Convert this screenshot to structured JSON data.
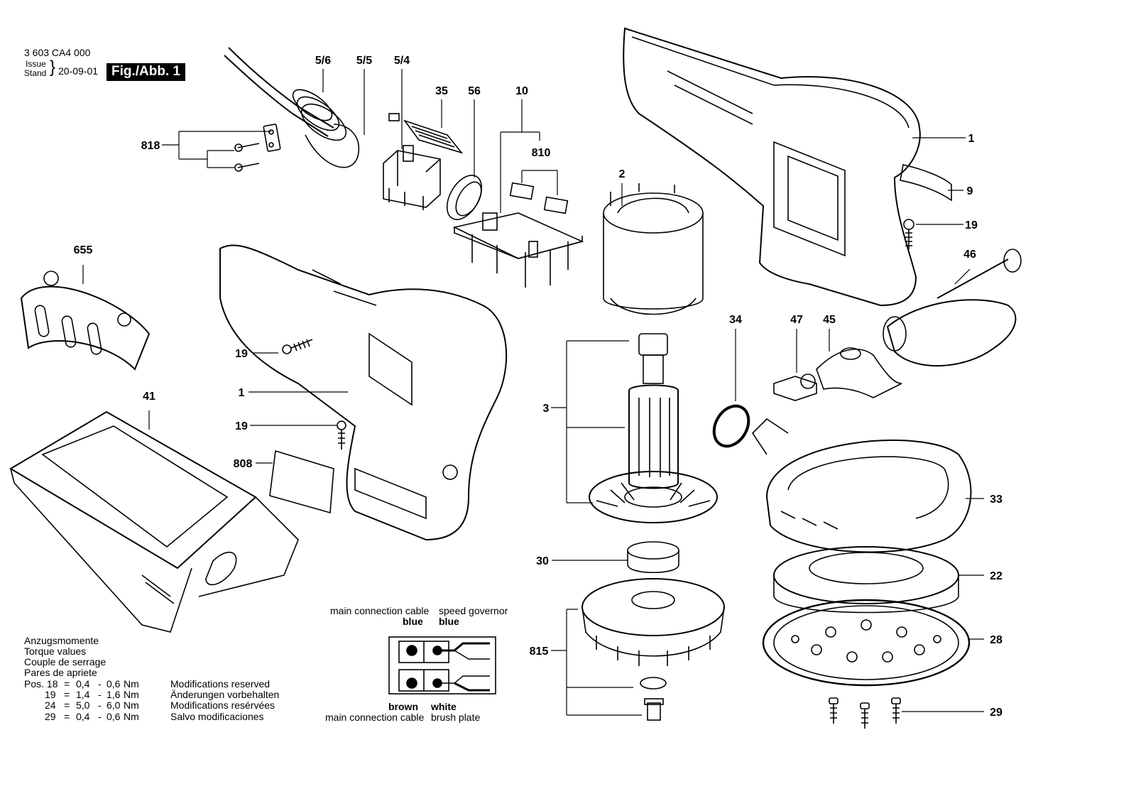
{
  "header": {
    "doc_number": "3 603 CA4 000",
    "issue_en": "Issue",
    "issue_de": "Stand",
    "issue_date": "20-09-01",
    "figure_label": "Fig./Abb. 1"
  },
  "parts": [
    {
      "id": "p-5-6",
      "label": "5/6"
    },
    {
      "id": "p-5-5",
      "label": "5/5"
    },
    {
      "id": "p-5-4",
      "label": "5/4"
    },
    {
      "id": "p-35",
      "label": "35"
    },
    {
      "id": "p-56",
      "label": "56"
    },
    {
      "id": "p-10",
      "label": "10"
    },
    {
      "id": "p-810",
      "label": "810"
    },
    {
      "id": "p-818",
      "label": "818"
    },
    {
      "id": "p-655",
      "label": "655"
    },
    {
      "id": "p-2",
      "label": "2"
    },
    {
      "id": "p-1-right",
      "label": "1"
    },
    {
      "id": "p-9",
      "label": "9"
    },
    {
      "id": "p-19-right",
      "label": "19"
    },
    {
      "id": "p-46",
      "label": "46"
    },
    {
      "id": "p-19-a",
      "label": "19"
    },
    {
      "id": "p-1-left",
      "label": "1"
    },
    {
      "id": "p-19-b",
      "label": "19"
    },
    {
      "id": "p-808",
      "label": "808"
    },
    {
      "id": "p-41",
      "label": "41"
    },
    {
      "id": "p-34",
      "label": "34"
    },
    {
      "id": "p-47",
      "label": "47"
    },
    {
      "id": "p-45",
      "label": "45"
    },
    {
      "id": "p-3",
      "label": "3"
    },
    {
      "id": "p-33",
      "label": "33"
    },
    {
      "id": "p-30",
      "label": "30"
    },
    {
      "id": "p-22",
      "label": "22"
    },
    {
      "id": "p-28",
      "label": "28"
    },
    {
      "id": "p-815",
      "label": "815"
    },
    {
      "id": "p-29",
      "label": "29"
    }
  ],
  "torque": {
    "title_de": "Anzugsmomente",
    "title_en": "Torque values",
    "title_fr": "Couple de serrage",
    "title_es": "Pares de apriete",
    "rows": [
      {
        "pos": "Pos. 18",
        "eq": "=",
        "from": "0,4",
        "dash": "-",
        "to": "0,6",
        "unit": "Nm"
      },
      {
        "pos": "19",
        "eq": "=",
        "from": "1,4",
        "dash": "-",
        "to": "1,6",
        "unit": "Nm"
      },
      {
        "pos": "24",
        "eq": "=",
        "from": "5,0",
        "dash": "-",
        "to": "6,0",
        "unit": "Nm"
      },
      {
        "pos": "29",
        "eq": "=",
        "from": "0,4",
        "dash": "-",
        "to": "0,6",
        "unit": "Nm"
      }
    ]
  },
  "modifications": {
    "en": "Modifications reserved",
    "de": "Änderungen vorbehalten",
    "fr": "Modifications resérvées",
    "es": "Salvo modificaciones"
  },
  "wiring": {
    "top_left_caption": "main connection cable",
    "top_left_color": "blue",
    "top_right_caption": "speed governor",
    "top_right_color": "blue",
    "bottom_left_color": "brown",
    "bottom_right_color": "white",
    "bottom_left_caption": "main connection cable",
    "bottom_right_caption": "brush plate"
  }
}
